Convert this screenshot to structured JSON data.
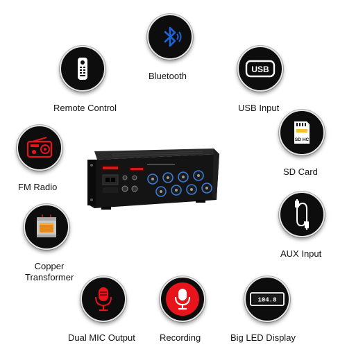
{
  "features": {
    "bluetooth": {
      "label": "Bluetooth",
      "icon": "bluetooth-icon"
    },
    "remote": {
      "label": "Remote Control",
      "icon": "remote-control-icon"
    },
    "usb": {
      "label": "USB Input",
      "icon": "usb-icon",
      "icon_text": "USB"
    },
    "sd": {
      "label": "SD Card",
      "icon": "sd-card-icon",
      "icon_text": "SD HC"
    },
    "fm": {
      "label": "FM Radio",
      "icon": "radio-icon"
    },
    "transformer": {
      "label_line1": "Copper",
      "label_line2": "Transformer",
      "icon": "transformer-icon"
    },
    "aux": {
      "label": "AUX Input",
      "icon": "aux-cable-icon"
    },
    "mic": {
      "label": "Dual MIC Output",
      "icon": "microphone-icon"
    },
    "recording": {
      "label": "Recording",
      "icon": "recording-microphone-icon"
    },
    "led": {
      "label": "Big LED Display",
      "icon": "led-display-icon",
      "display_text": "104.8"
    }
  },
  "colors": {
    "badge_bg": "#0d0d0d",
    "bluetooth_blue": "#1e63d6",
    "recording_red": "#e8141b",
    "transformer_orange": "#e88a1a"
  }
}
